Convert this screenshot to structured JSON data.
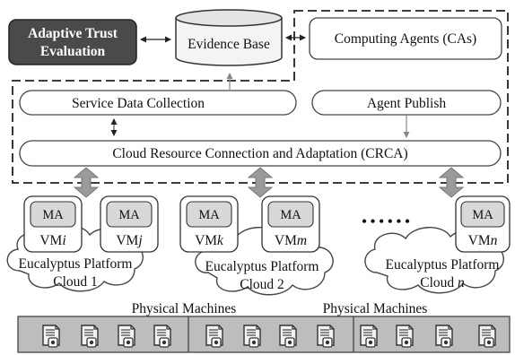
{
  "adaptive_trust": {
    "line1": "Adaptive Trust",
    "line2": "Evaluation"
  },
  "evidence_base": "Evidence Base",
  "computing_agents": "Computing Agents (CAs)",
  "service_data_collection": "Service Data Collection",
  "agent_publish": "Agent Publish",
  "crca": "Cloud Resource Connection and Adaptation (CRCA)",
  "ma_label": "MA",
  "vms": {
    "vm_i": {
      "prefix": "VM",
      "sub": "i"
    },
    "vm_j": {
      "prefix": "VM",
      "sub": "j"
    },
    "vm_k": {
      "prefix": "VM",
      "sub": "k"
    },
    "vm_m": {
      "prefix": "VM",
      "sub": "m"
    },
    "vm_n": {
      "prefix": "VM",
      "sub": "n"
    }
  },
  "clouds": {
    "cloud1": {
      "line1": "Eucalyptus Platform",
      "line2": "Cloud 1"
    },
    "cloud2": {
      "line1": "Eucalyptus Platform",
      "line2": "Cloud 2"
    },
    "cloudn": {
      "line1": "Eucalyptus Platform",
      "line2_prefix": "Cloud ",
      "line2_var": "n"
    }
  },
  "physical_machines": "Physical Machines",
  "ellipsis": "• • • • • •",
  "colors": {
    "dark_box": "#4a4a4a",
    "ma_fill": "#d8d8d8",
    "machine_bar": "#bdbdbd",
    "arrow": "#9a9a9a"
  }
}
